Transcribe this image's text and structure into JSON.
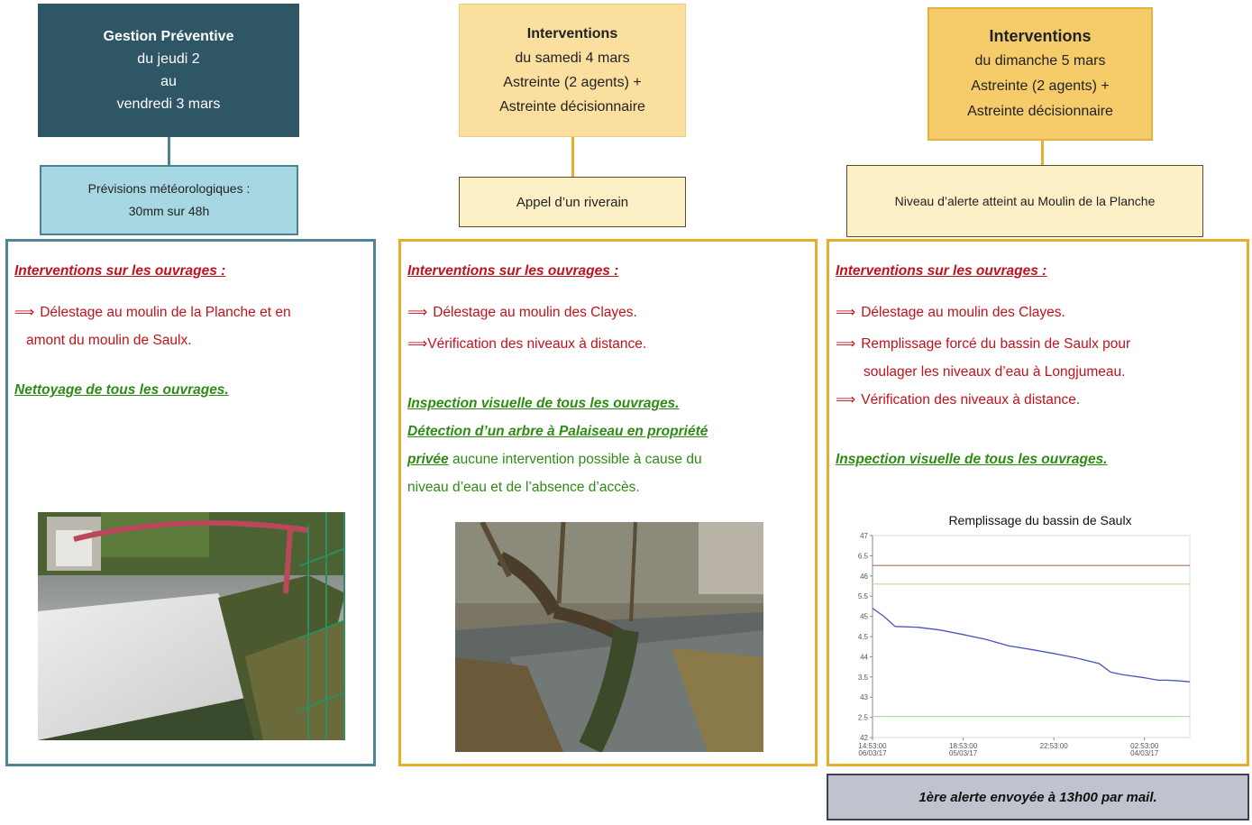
{
  "col1": {
    "header": {
      "title": "Gestion Préventive",
      "line1": "du jeudi 2",
      "line2": "au",
      "line3": "vendredi 3 mars"
    },
    "sub": {
      "line1": "Prévisions météorologiques :",
      "line2": "30mm sur 48h"
    },
    "panel": {
      "heading": "Interventions sur les ouvrages :",
      "arrow": "⟹",
      "item1a": "Délestage au moulin de la Planche et en",
      "item1b": "amont du moulin de Saulx.",
      "green_heading": "Nettoyage de tous les ouvrages."
    }
  },
  "col2": {
    "header": {
      "title": "Interventions",
      "line1": "du samedi 4 mars",
      "line2": "Astreinte (2 agents) +",
      "line3": "Astreinte décisionnaire"
    },
    "sub": {
      "line1": "Appel d’un riverain"
    },
    "panel": {
      "heading": "Interventions sur les ouvrages :",
      "arrow": "⟹",
      "item1": "Délestage au moulin des Clayes.",
      "item2": "Vérification des niveaux à distance.",
      "green_heading1": "Inspection visuelle de tous les ouvrages.",
      "green_heading2a": "Détection d’un arbre à Palaiseau en propriété",
      "green_heading2b": "privée",
      "green_text1": " aucune intervention possible à cause du",
      "green_text2": "niveau d’eau et de l’absence d’accès."
    }
  },
  "col3": {
    "header": {
      "title": "Interventions",
      "line1": "du dimanche 5 mars",
      "line2": "Astreinte (2 agents) +",
      "line3": "Astreinte décisionnaire"
    },
    "sub": {
      "line1": "Niveau d’alerte atteint au Moulin de la Planche"
    },
    "panel": {
      "heading": "Interventions sur les ouvrages :",
      "arrow": "⟹",
      "item1": "Délestage au moulin des Clayes.",
      "item2a": "Remplissage forcé du bassin de Saulx pour",
      "item2b": "soulager les niveaux d’eau à Longjumeau.",
      "item3": "Vérification des niveaux à distance.",
      "green_heading": "Inspection visuelle de tous les ouvrages."
    },
    "alert": "1ère alerte envoyée à 13h00 par mail."
  },
  "chart_data": {
    "type": "line",
    "title": "Remplissage du bassin de Saulx",
    "y_ticks": [
      "42",
      "2.5",
      "43",
      "3.5",
      "44",
      "4.5",
      "45",
      "5.5",
      "46",
      "6.5",
      "47"
    ],
    "y_tick_values": [
      42,
      42.5,
      43,
      43.5,
      44,
      44.5,
      45,
      45.5,
      46,
      46.5,
      47
    ],
    "ylim": [
      42,
      47
    ],
    "x_ticks": [
      {
        "time": "14:53:00",
        "date": "06/03/17",
        "pos": 0
      },
      {
        "time": "18:53:00",
        "date": "05/03/17",
        "pos": 4
      },
      {
        "time": "22:53:00",
        "date": "",
        "pos": 8
      },
      {
        "time": "02:53:00",
        "date": "04/03/17",
        "pos": 12
      }
    ],
    "xlim": [
      0,
      14
    ],
    "series": [
      {
        "color": "#4b55b8",
        "x": [
          0,
          0.5,
          1,
          2,
          3,
          4,
          5,
          6,
          7,
          8,
          9,
          10,
          10.5,
          11,
          12,
          12.6,
          13,
          13.6,
          14
        ],
        "y": [
          45.2,
          45.0,
          44.75,
          44.73,
          44.66,
          44.55,
          44.43,
          44.27,
          44.18,
          44.08,
          43.97,
          43.83,
          43.62,
          43.56,
          43.48,
          43.42,
          43.42,
          43.4,
          43.38
        ]
      },
      {
        "color": "#b07060",
        "x": [
          0,
          14
        ],
        "y": [
          46.26,
          46.26
        ]
      },
      {
        "color": "#e0c890",
        "x": [
          0,
          14
        ],
        "y": [
          45.8,
          45.8
        ]
      },
      {
        "color": "#a6d9a0",
        "x": [
          0,
          14
        ],
        "y": [
          42.52,
          42.52
        ]
      }
    ]
  }
}
